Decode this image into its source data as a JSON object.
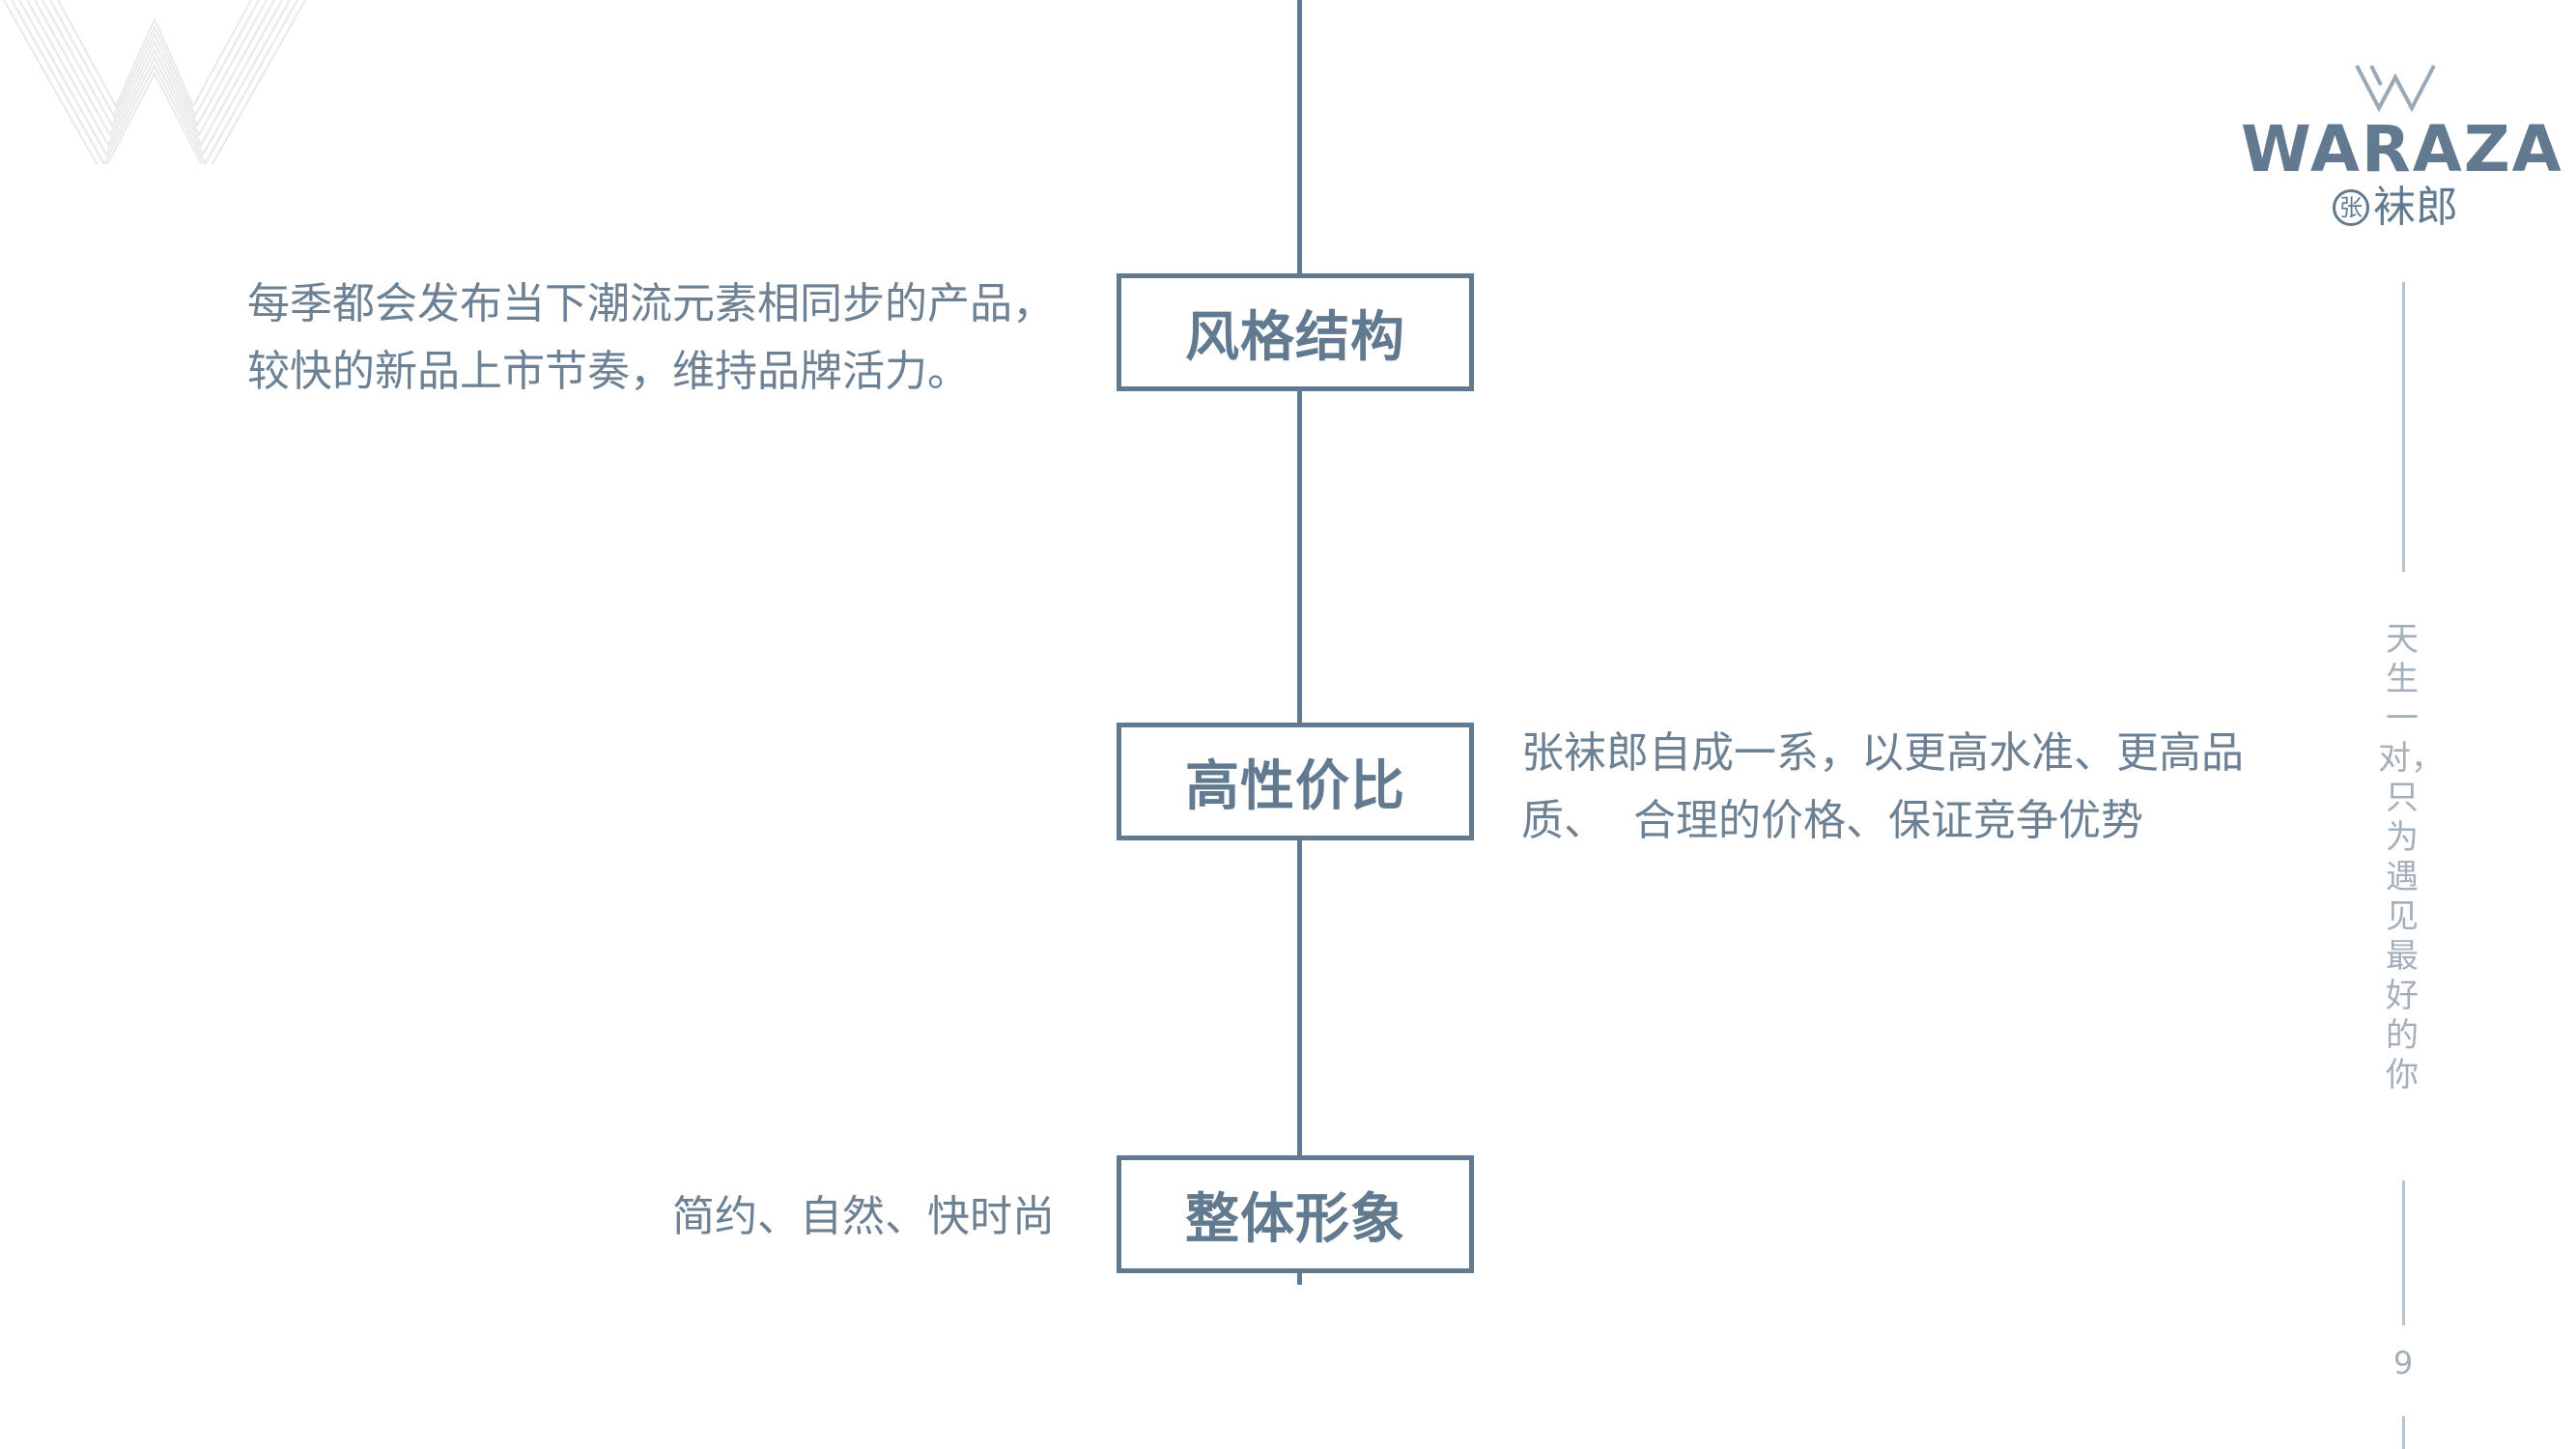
{
  "timeline": {
    "nodes": [
      {
        "label": "风格结构"
      },
      {
        "label": "高性价比"
      },
      {
        "label": "整体形象"
      }
    ],
    "descriptions": [
      {
        "lines": [
          "每季都会发布当下潮流元素相同步的产品，",
          "较快的新品上市节奏，维持品牌活力。"
        ]
      },
      {
        "lines": [
          "张袜郎自成一系，以更高水准、更高品",
          "质、  合理的价格、保证竞争优势"
        ]
      },
      {
        "lines": [
          "简约、自然、快时尚"
        ]
      }
    ]
  },
  "logo": {
    "wordmark": "WARAZA",
    "cn_circle": "张",
    "cn_name": "袜郎"
  },
  "side": {
    "slogan": "天生一对，只为遇见最好的你",
    "page_number": "9"
  },
  "colors": {
    "primary": "#617a8f",
    "text": "#6d8194",
    "muted": "#a3afba"
  },
  "icons": {
    "watermark": "w-monogram-watermark",
    "logo_mark": "w-monogram-logo"
  }
}
